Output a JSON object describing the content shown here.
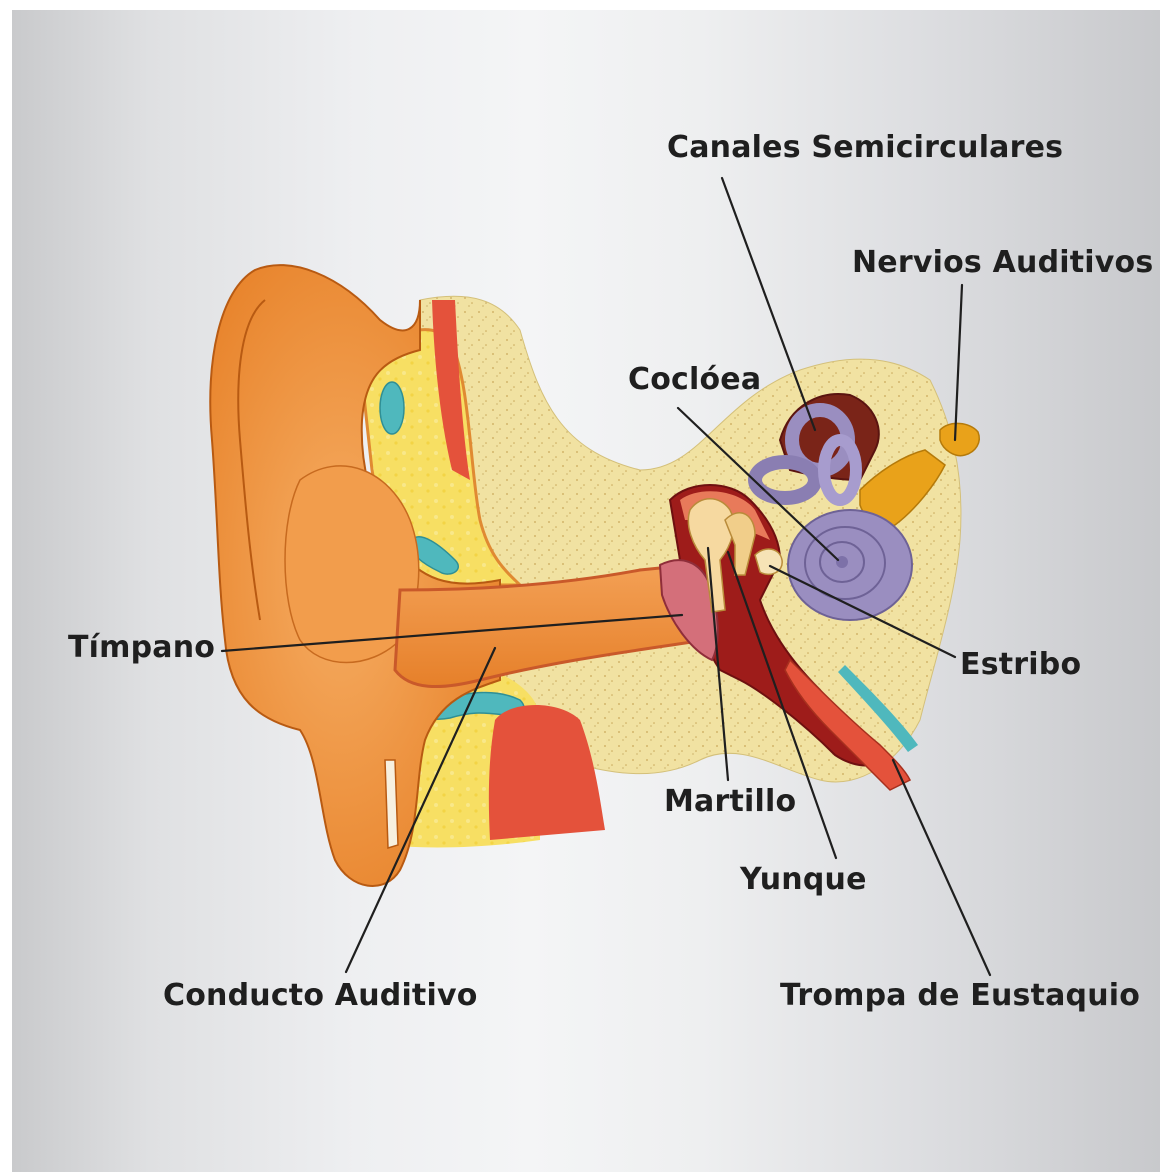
{
  "diagram": {
    "labels": {
      "canales": "Canales Semicirculares",
      "nervios": "Nervios Auditivos",
      "coclea": "Coclóea",
      "timpano": "Tímpano",
      "estribo": "Estribo",
      "martillo": "Martillo",
      "yunque": "Yunque",
      "conducto": "Conducto Auditivo",
      "trompa": "Trompa de Eustaquio"
    },
    "colors": {
      "skin": "#f0923a",
      "skin_dark": "#b85a12",
      "bone": "#f2e3a6",
      "cartilage": "#f6dc55",
      "fluid": "#4fb8bd",
      "muscle": "#e4523b",
      "blood_red": "#9e1c1a",
      "cochlea": "#9a8ec0",
      "nerve": "#e9a21a",
      "leader_line": "#1f1f1f"
    }
  }
}
